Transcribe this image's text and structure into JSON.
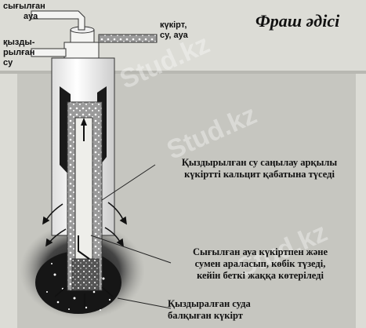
{
  "title": "Фраш әдісі",
  "labels": {
    "compressed_air_line1": "сығылған",
    "compressed_air_line2": "ауа",
    "sulfur_out_line1": "күкірт,",
    "sulfur_out_line2": "су, ауа",
    "heated_water_line1": "қызды-",
    "heated_water_line2": "рылған",
    "heated_water_line3": "су"
  },
  "descriptions": {
    "d1_line1": "Қыздырылған су саңылау арқылы",
    "d1_line2": "күкіртті кальцит қабатына түседі",
    "d2_line1": "Сығылған ауа күкіртпен және",
    "d2_line2": "сумен араласып, көбік түзеді,",
    "d2_line3": "кейін беткі жаққа көтеріледі",
    "d3_line1": "Қыздыралған суда",
    "d3_line2": "балқыған күкірт"
  },
  "watermark": "Stud.kz",
  "colors": {
    "background": "#dcdcd6",
    "ground": "#c6c6c0",
    "pipe": "#f4f4f2",
    "dark": "#1a1a1a"
  }
}
